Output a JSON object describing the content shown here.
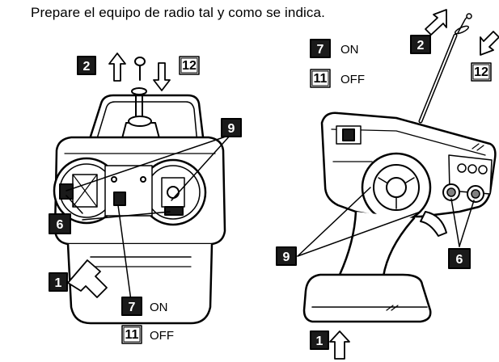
{
  "instruction": "Prepare el equipo de radio tal y como se indica.",
  "labels": {
    "n1": "1",
    "n2": "2",
    "n6": "6",
    "n7": "7",
    "n9": "9",
    "n11": "11",
    "n12": "12",
    "on": "ON",
    "off": "OFF"
  },
  "colors": {
    "ink": "#000000",
    "paper": "#ffffff",
    "fill_dark": "#1a1a1a",
    "fill_mid": "#808080"
  },
  "icons": [
    "arrow-up-icon",
    "arrow-down-icon",
    "antenna-icon"
  ]
}
